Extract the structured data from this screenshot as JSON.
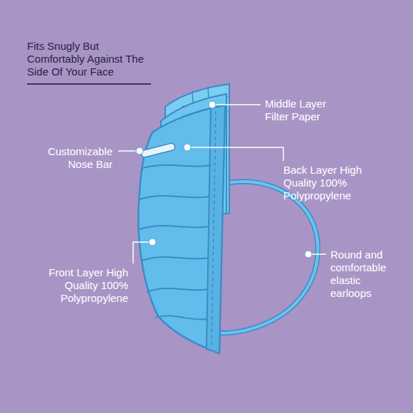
{
  "diagram": {
    "title": "Fits Snugly But Comfortably Against The Side Of Your Face",
    "labels": [
      "Middle Layer Filter Paper",
      "Customizable Nose Bar",
      "Back Layer High Quality 100% Polypropylene",
      "Front Layer High Quality 100% Polypropylene",
      "Round and comfortable elastic earloops"
    ]
  }
}
